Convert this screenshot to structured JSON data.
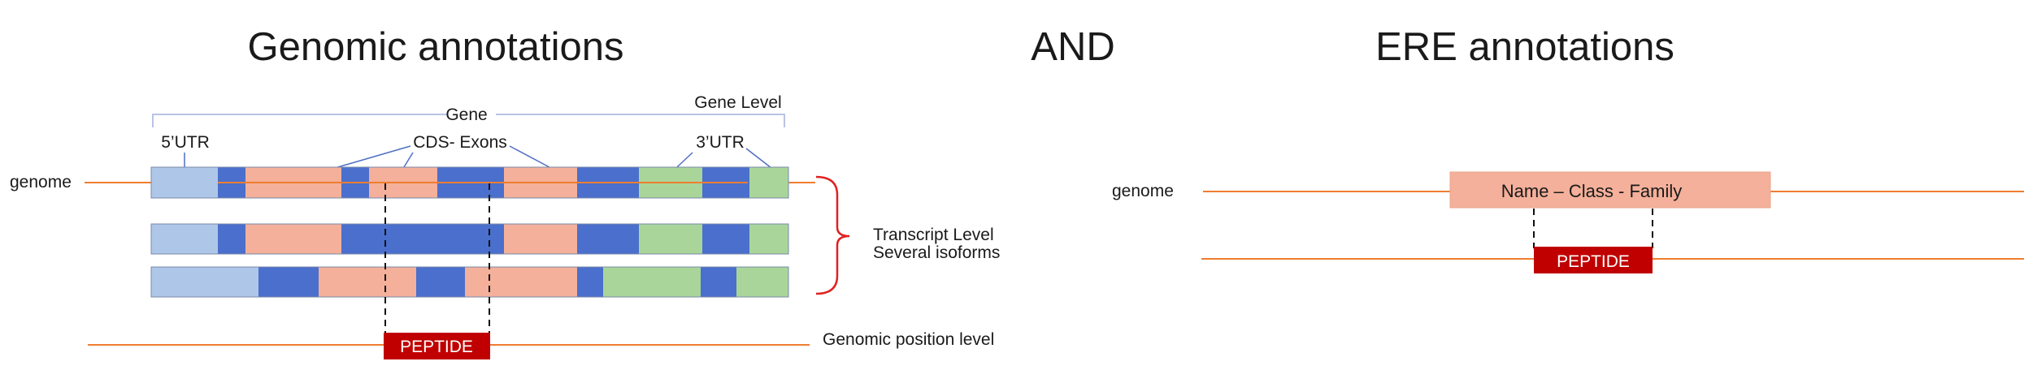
{
  "titles": {
    "genomic": "Genomic annotations",
    "and": "AND",
    "ere": "ERE annotations"
  },
  "left": {
    "genome_label": "genome",
    "gene_label": "Gene",
    "gene_level_label": "Gene Level",
    "utr5_label": "5’UTR",
    "cds_label": "CDS- Exons",
    "utr3_label": "3’UTR",
    "transcript_level_label": "Transcript Level",
    "isoforms_label": "Several isoforms",
    "peptide_label": "PEPTIDE",
    "genomic_position_label": "Genomic position level"
  },
  "right": {
    "genome_label": "genome",
    "ere_box_label": "Name – Class - Family",
    "peptide_label": "PEPTIDE"
  },
  "colors": {
    "utr5": "#aec6e8",
    "cds": "#f4b09a",
    "intron": "#4a6fcc",
    "utr3": "#a9d59a",
    "genome_line": "#ef7d2f",
    "peptide": "#c00000",
    "brace": "#e02020",
    "gene_bracket": "#b8c4e4",
    "arrow": "#4f6fc4"
  }
}
